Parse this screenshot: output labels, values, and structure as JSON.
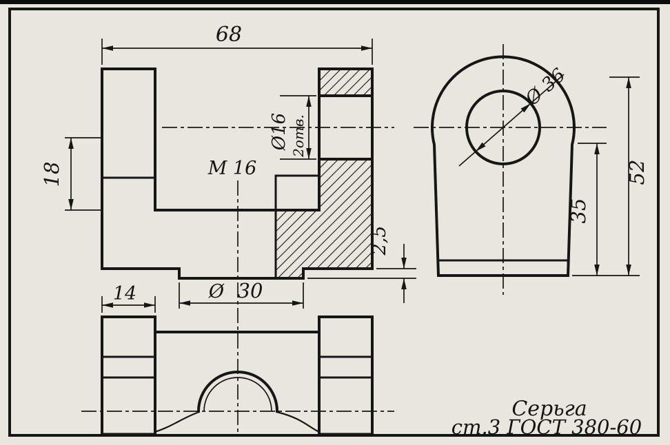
{
  "drawing": {
    "part_name": "Серьга",
    "material": "ст.3 ГОСТ 380-60"
  },
  "dims": {
    "overall_width": "68",
    "arm_step": "18",
    "hole_dia": "Ø16",
    "hole_count": "2отв.",
    "thread": "М 16",
    "boss_dia_symbol": "Ø",
    "boss_dia_value": "30",
    "base_step": "2,5",
    "arm_width": "14",
    "head_hole_dia": "Ø 36",
    "base_to_shoulder": "35",
    "overall_height": "52"
  }
}
